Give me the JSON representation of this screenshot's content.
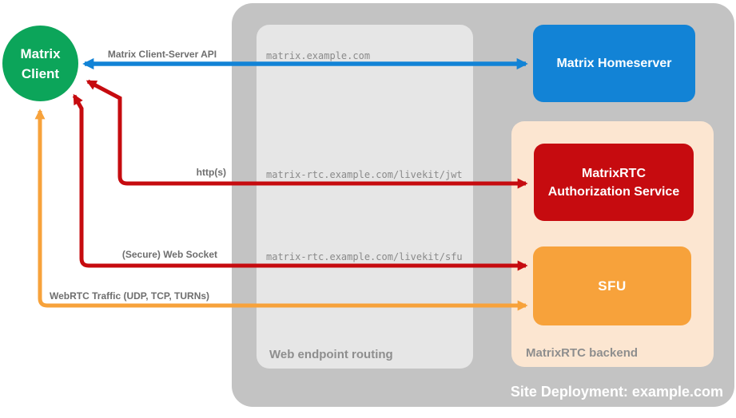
{
  "containers": {
    "site": {
      "label": "Site Deployment: example.com"
    },
    "routing": {
      "label": "Web endpoint routing"
    },
    "backend": {
      "label": "MatrixRTC backend"
    }
  },
  "nodes": {
    "client": {
      "label": "Matrix Client"
    },
    "homeserver": {
      "label": "Matrix Homeserver"
    },
    "auth_service": {
      "label": "MatrixRTC Authorization Service"
    },
    "sfu": {
      "label": "SFU"
    }
  },
  "edges": {
    "client_server_api": {
      "label": "Matrix Client-Server API",
      "endpoint": "matrix.example.com",
      "color": "#1283d6",
      "direction": "bidirectional"
    },
    "http": {
      "label": "http(s)",
      "endpoint": "matrix-rtc.example.com/livekit/jwt",
      "color": "#c60b0f",
      "direction": "bidirectional"
    },
    "websocket": {
      "label": "(Secure) Web Socket",
      "endpoint": "matrix-rtc.example.com/livekit/sfu",
      "color": "#c60b0f",
      "direction": "bidirectional"
    },
    "webrtc": {
      "label": "WebRTC Traffic (UDP, TCP, TURNs)",
      "color": "#f7a23b",
      "direction": "bidirectional"
    }
  },
  "colors": {
    "client_green": "#0ca55a",
    "homeserver_blue": "#1283d6",
    "auth_red": "#c60b0f",
    "sfu_orange": "#f7a23b",
    "backend_peach": "#fce6d1",
    "site_gray": "#c3c3c3",
    "routing_gray": "#e6e6e6",
    "label_gray": "#6e6e6e"
  }
}
